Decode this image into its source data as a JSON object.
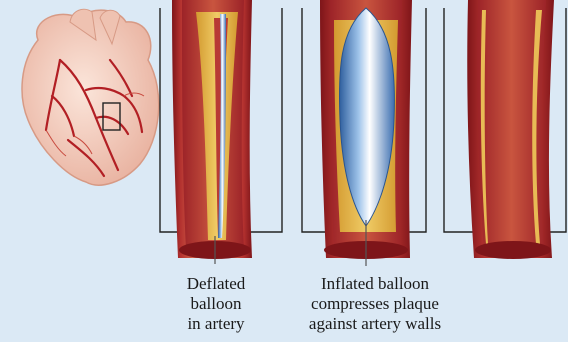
{
  "labels": {
    "deflated": {
      "line1": "Deflated",
      "line2": "balloon",
      "line3": "in artery"
    },
    "inflated": {
      "line1": "Inflated balloon",
      "line2": "compresses plaque",
      "line3": "against artery walls"
    }
  },
  "colors": {
    "background": "#dbe9f5",
    "artery_wall": "#a8242a",
    "artery_lumen": "#c7503f",
    "plaque": "#e3b64a",
    "balloon": "#4f86c6",
    "heart": "#f3cfc0",
    "frame": "#222222"
  }
}
